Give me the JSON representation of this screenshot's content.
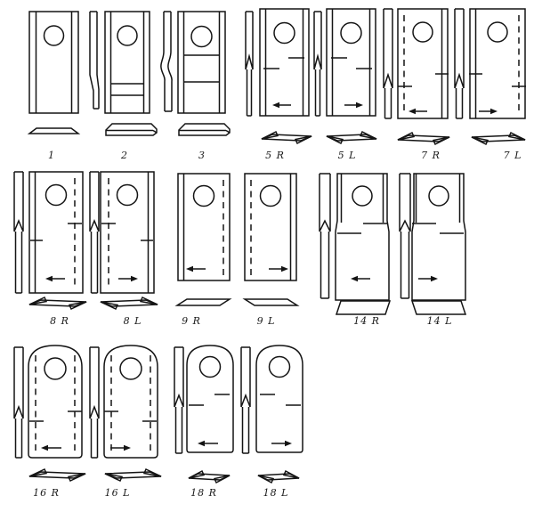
{
  "diagram": {
    "description": "Mower knife blade types: front view, side profile and cross-section for each numbered blade",
    "background_color": "#ffffff",
    "line_color": "#141414",
    "items": [
      {
        "id": "1",
        "label": "1",
        "arrow": null
      },
      {
        "id": "2",
        "label": "2",
        "arrow": null
      },
      {
        "id": "3",
        "label": "3",
        "arrow": null
      },
      {
        "id": "5R",
        "label": "5 R",
        "arrow": "left"
      },
      {
        "id": "5L",
        "label": "5 L",
        "arrow": "right"
      },
      {
        "id": "7R",
        "label": "7 R",
        "arrow": "left"
      },
      {
        "id": "7L",
        "label": "7 L",
        "arrow": "right"
      },
      {
        "id": "8R",
        "label": "8 R",
        "arrow": "left"
      },
      {
        "id": "8L",
        "label": "8 L",
        "arrow": "right"
      },
      {
        "id": "9R",
        "label": "9 R",
        "arrow": "left"
      },
      {
        "id": "9L",
        "label": "9 L",
        "arrow": "right"
      },
      {
        "id": "14R",
        "label": "14 R",
        "arrow": "left"
      },
      {
        "id": "14L",
        "label": "14 L",
        "arrow": "right"
      },
      {
        "id": "16R",
        "label": "16 R",
        "arrow": "left"
      },
      {
        "id": "16L",
        "label": "16 L",
        "arrow": "right"
      },
      {
        "id": "18R",
        "label": "18 R",
        "arrow": "left"
      },
      {
        "id": "18L",
        "label": "18 L",
        "arrow": "right"
      }
    ]
  }
}
